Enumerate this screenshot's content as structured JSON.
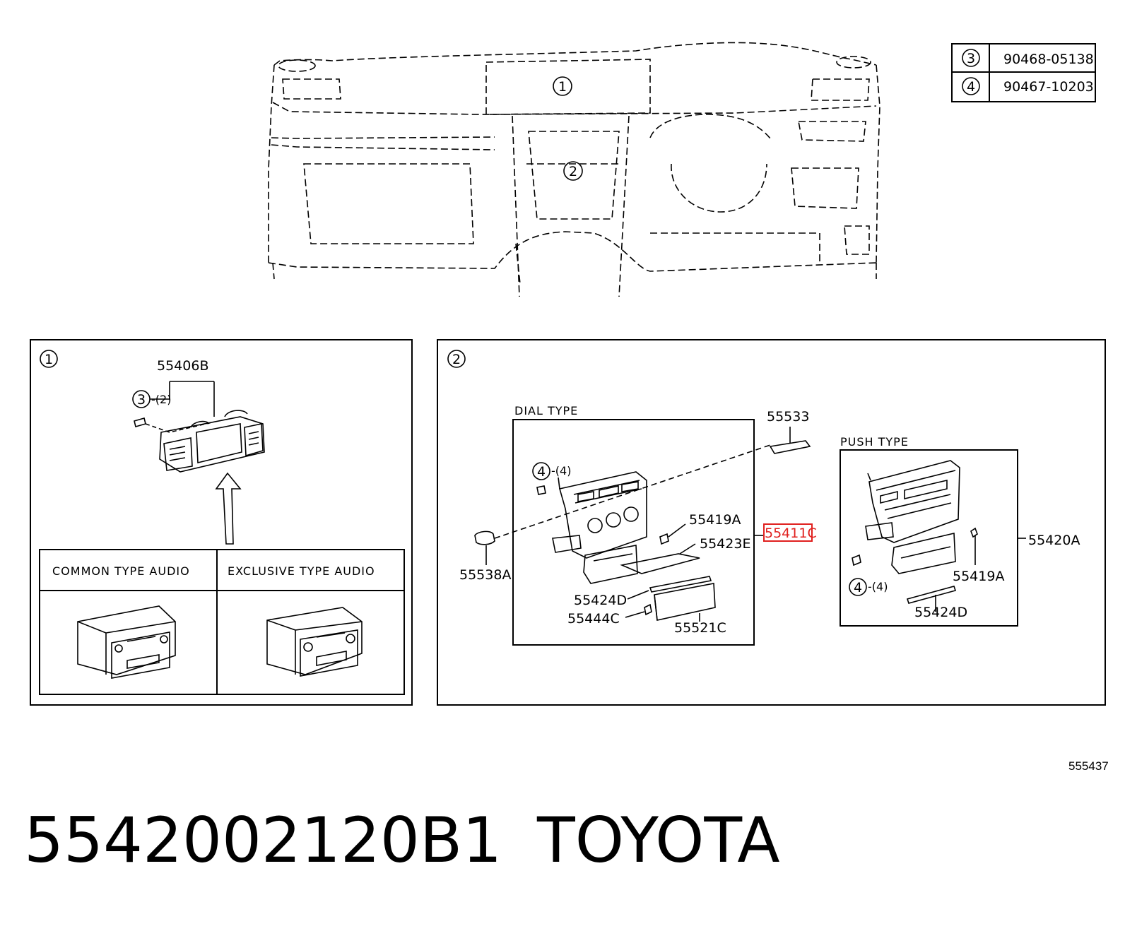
{
  "fastener_table": [
    {
      "ref": "3",
      "part": "90468-05138"
    },
    {
      "ref": "4",
      "part": "90467-10203"
    }
  ],
  "overview": {
    "callout_1": "1",
    "callout_2": "2"
  },
  "panel_1": {
    "callout": "1",
    "label_bezel": "55406B",
    "screw_ref": "3",
    "screw_qty": "-(2)",
    "audio_table": {
      "col_common": "COMMON TYPE AUDIO",
      "col_exclusive": "EXCLUSIVE TYPE AUDIO"
    }
  },
  "panel_2": {
    "callout": "2",
    "dial_type": {
      "title": "DIAL TYPE",
      "screw_ref": "4",
      "screw_qty": "-(4)",
      "labels": {
        "p55533": "55533",
        "p55419a": "55419A",
        "p55411c": "55411C",
        "p55423e": "55423E",
        "p55538a": "55538A",
        "p55424d": "55424D",
        "p55444c": "55444C",
        "p55521c": "55521C"
      }
    },
    "push_type": {
      "title": "PUSH TYPE",
      "screw_ref": "4",
      "screw_qty": "-(4)",
      "labels": {
        "p55420a": "55420A",
        "p55419a": "55419A",
        "p55424d": "55424D"
      }
    },
    "highlight_color": "#e0201e"
  },
  "diagram_code": "555437",
  "footer": {
    "part_number": "5542002120B1",
    "brand": "TOYOTA"
  }
}
